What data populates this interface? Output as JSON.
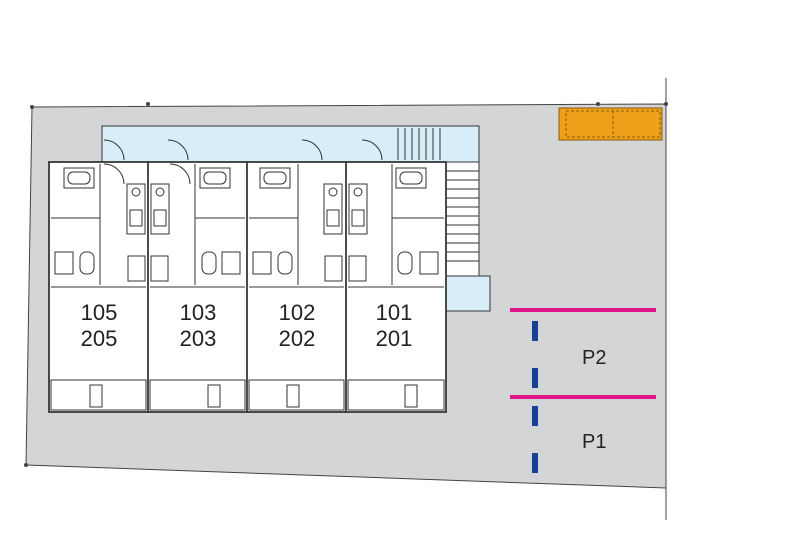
{
  "site_plan": {
    "units": [
      {
        "lower": "105",
        "upper": "205"
      },
      {
        "lower": "103",
        "upper": "203"
      },
      {
        "lower": "102",
        "upper": "202"
      },
      {
        "lower": "101",
        "upper": "201"
      }
    ],
    "parking": [
      {
        "label": "P2"
      },
      {
        "label": "P1"
      }
    ]
  },
  "colors": {
    "lot": "#d4d5d6",
    "corridor": "#d7edf8",
    "building": "#ffffff",
    "outline": "#333333",
    "parking_line": "#e0158a",
    "parking_dash": "#1a3f95",
    "storage": "#f0a11c"
  }
}
